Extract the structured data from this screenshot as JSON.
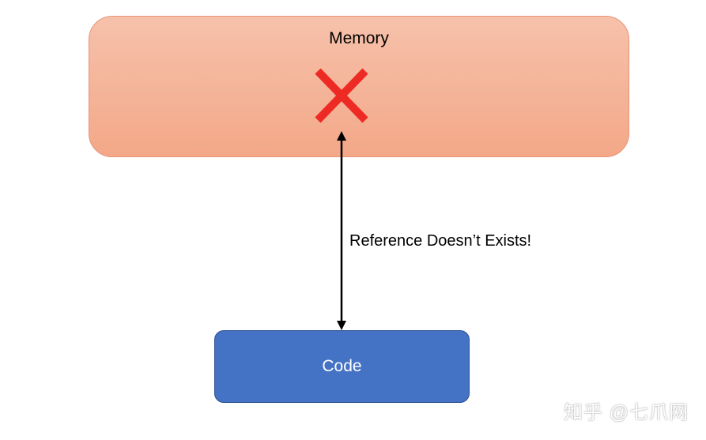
{
  "memory": {
    "label": "Memory",
    "fill_top": "#f6c1ab",
    "fill_bottom": "#f3a888",
    "border": "#e8937a",
    "marker_icon": "cross-icon",
    "marker_color": "#ee2a24"
  },
  "connector": {
    "label": "Reference Doesn’t Exists!",
    "style": "double-headed-arrow",
    "color": "#000000"
  },
  "code": {
    "label": "Code",
    "fill": "#4472c4",
    "text_color": "#ffffff"
  },
  "watermark": {
    "text": "知乎 @七爪网"
  }
}
